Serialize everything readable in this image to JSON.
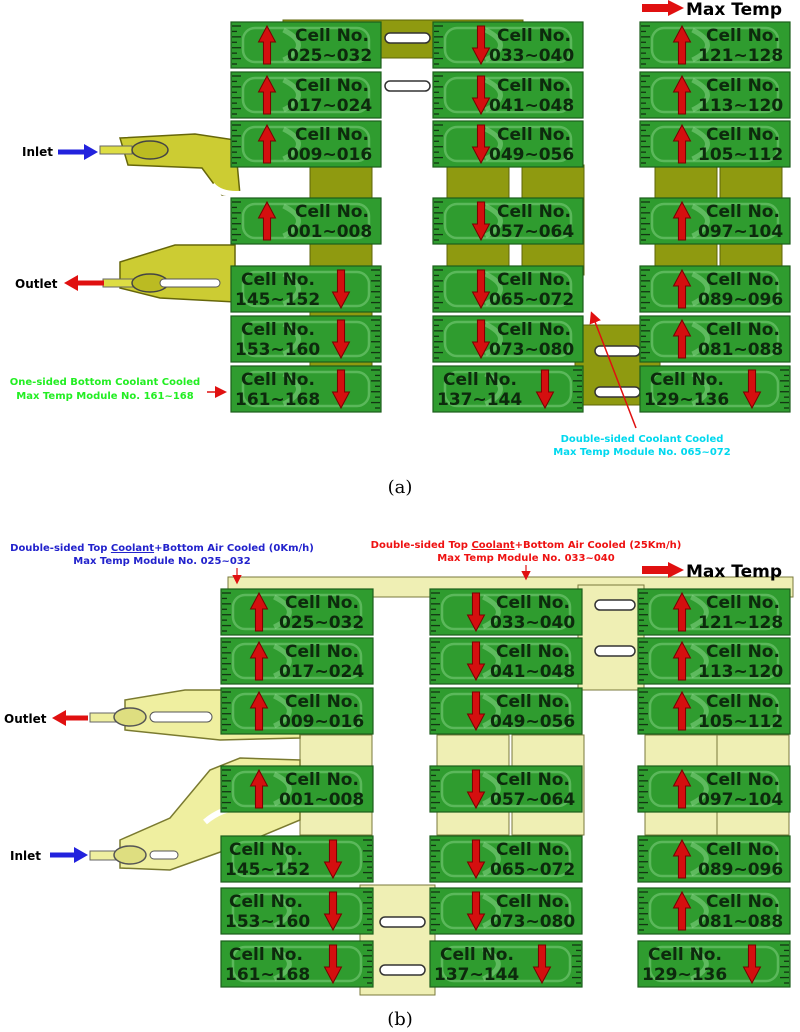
{
  "max_temp_label": "Max Temp",
  "inlet_label": "Inlet",
  "outlet_label": "Outlet",
  "cell_prefix": "Cell No.",
  "panel_a": {
    "caption": "(a)",
    "annotation_left": [
      "One-sided Bottom Coolant Cooled",
      "Max Temp Module No. 161~168"
    ],
    "annotation_right": [
      "Double-sided Coolant Cooled",
      "Max Temp Module No. 065~072"
    ],
    "colors": {
      "left": "#22ee22",
      "right": "#00d8ee"
    },
    "cols": [
      [
        "025~032",
        "017~024",
        "009~016",
        "001~008",
        "145~152",
        "153~160",
        "161~168"
      ],
      [
        "033~040",
        "041~048",
        "049~056",
        "057~064",
        "065~072",
        "073~080",
        "137~144"
      ],
      [
        "121~128",
        "113~120",
        "105~112",
        "097~104",
        "089~096",
        "081~088",
        "129~136"
      ]
    ]
  },
  "panel_b": {
    "caption": "(b)",
    "annotation_left": {
      "pre": "Double-sided Top ",
      "u": "Coolant",
      "post": "+Bottom Air Cooled (0Km/h)",
      "line2": "Max Temp Module No. 025~032"
    },
    "annotation_right": {
      "pre": "Double-sided Top ",
      "u": "Coolant",
      "post": "+Bottom Air Cooled (25Km/h)",
      "line2": "Max Temp Module No. 033~040"
    },
    "colors": {
      "left": "#2222cc",
      "right": "#ee1111"
    },
    "cols": [
      [
        "025~032",
        "017~024",
        "009~016",
        "001~008",
        "145~152",
        "153~160",
        "161~168"
      ],
      [
        "033~040",
        "041~048",
        "049~056",
        "057~064",
        "065~072",
        "073~080",
        "137~144"
      ],
      [
        "121~128",
        "113~120",
        "105~112",
        "097~104",
        "089~096",
        "081~088",
        "129~136"
      ]
    ]
  }
}
